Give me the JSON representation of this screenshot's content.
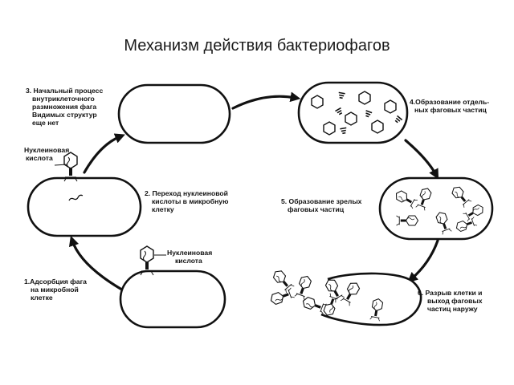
{
  "title": "Механизм действия бактериофагов",
  "stages": [
    {
      "id": "s1",
      "lines": [
        "1.Адсорбция фага",
        "на микробной",
        "клетке"
      ]
    },
    {
      "id": "s2",
      "lines": [
        "2. Переход нуклеиновой",
        "кислоты в микробную",
        "клетку"
      ]
    },
    {
      "id": "s3",
      "lines": [
        "3. Начальный процесс",
        "внутриклеточного",
        "размножения фага",
        "Видимых структур",
        "еще нет"
      ]
    },
    {
      "id": "s4",
      "lines": [
        "4.Образование отдель-",
        "ных фаговых частиц"
      ]
    },
    {
      "id": "s5",
      "lines": [
        "5. Образование зрелых",
        "фаговых частиц"
      ]
    },
    {
      "id": "s6",
      "lines": [
        "6. Разрыв клетки и",
        "выход фаговых",
        "частиц наружу"
      ]
    }
  ],
  "nucleic_labels": {
    "left": [
      "Нуклеиновая",
      "кислота"
    ],
    "bottom": [
      "Нуклеиновая",
      "кислота"
    ]
  }
}
